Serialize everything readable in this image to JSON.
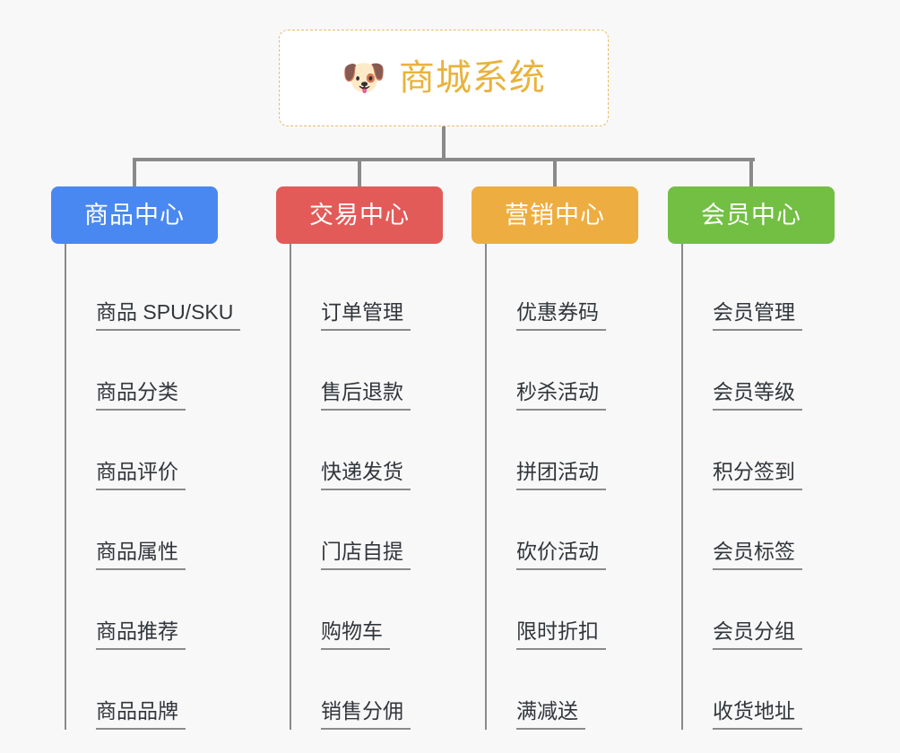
{
  "canvas": {
    "background": "#f8f8f8",
    "connector_color": "#8a8a8a"
  },
  "root": {
    "icon": "dog-face-emoji",
    "emoji": "🐶",
    "title": "商城系统",
    "text_color": "#e8b33c",
    "border_color": "#e8bb6a",
    "background": "#ffffff"
  },
  "branches": [
    {
      "label": "商品中心",
      "color": "#4988f0",
      "items": [
        "商品 SPU/SKU",
        "商品分类",
        "商品评价",
        "商品属性",
        "商品推荐",
        "商品品牌"
      ]
    },
    {
      "label": "交易中心",
      "color": "#e25b59",
      "items": [
        "订单管理",
        "售后退款",
        "快递发货",
        "门店自提",
        "购物车",
        "销售分佣"
      ]
    },
    {
      "label": "营销中心",
      "color": "#eead40",
      "items": [
        "优惠券码",
        "秒杀活动",
        "拼团活动",
        "砍价活动",
        "限时折扣",
        "满减送"
      ]
    },
    {
      "label": "会员中心",
      "color": "#73bf44",
      "items": [
        "会员管理",
        "会员等级",
        "积分签到",
        "会员标签",
        "会员分组",
        "收货地址"
      ]
    }
  ]
}
